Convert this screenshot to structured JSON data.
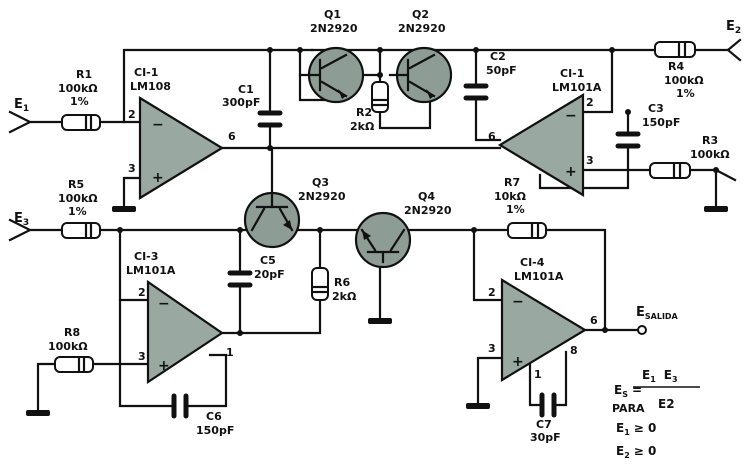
{
  "components": {
    "r1": {
      "name": "R1",
      "value": "100kΩ",
      "tol": "1%"
    },
    "r2": {
      "name": "R2",
      "value": "2kΩ"
    },
    "r3": {
      "name": "R3",
      "value": "100kΩ"
    },
    "r4": {
      "name": "R4",
      "value": "100kΩ",
      "tol": "1%"
    },
    "r5": {
      "name": "R5",
      "value": "100kΩ",
      "tol": "1%"
    },
    "r6": {
      "name": "R6",
      "value": "2kΩ"
    },
    "r7": {
      "name": "R7",
      "value": "10kΩ",
      "tol": "1%"
    },
    "r8": {
      "name": "R8",
      "value": "100kΩ"
    },
    "c1": {
      "name": "C1",
      "value": "300pF"
    },
    "c2": {
      "name": "C2",
      "value": "50pF"
    },
    "c3": {
      "name": "C3",
      "value": "150pF"
    },
    "c5": {
      "name": "C5",
      "value": "20pF"
    },
    "c6": {
      "name": "C6",
      "value": "150pF"
    },
    "c7": {
      "name": "C7",
      "value": "30pF"
    },
    "q1": {
      "name": "Q1",
      "type": "2N2920"
    },
    "q2": {
      "name": "Q2",
      "type": "2N2920"
    },
    "q3": {
      "name": "Q3",
      "type": "2N2920"
    },
    "q4": {
      "name": "Q4",
      "type": "2N2920"
    },
    "ic1a": {
      "name": "CI-1",
      "type": "LM108"
    },
    "ic1b": {
      "name": "CI-1",
      "type": "LM101A"
    },
    "ic3": {
      "name": "CI-3",
      "type": "LM101A"
    },
    "ic4": {
      "name": "CI-4",
      "type": "LM101A"
    }
  },
  "terminals": {
    "e1": "E",
    "e1_sub": "1",
    "e2": "E",
    "e2_sub": "2",
    "e3": "E",
    "e3_sub": "3",
    "out": "E",
    "out_sub": "SALIDA"
  },
  "pins": {
    "p2": "2",
    "p3": "3",
    "p6": "6",
    "p1": "1",
    "p8": "8"
  },
  "formula": {
    "lhs": "E",
    "lhs_sub": "S",
    "equals": "=",
    "num_a": "E",
    "num_a_sub": "1",
    "num_b": "E",
    "num_b_sub": "3",
    "den": "E2",
    "para": "PARA",
    "cond1": "E",
    "cond1_sub": "1",
    "cond1_rel": "≥ 0",
    "cond2": "E",
    "cond2_sub": "2",
    "cond2_rel": "≥ 0"
  }
}
